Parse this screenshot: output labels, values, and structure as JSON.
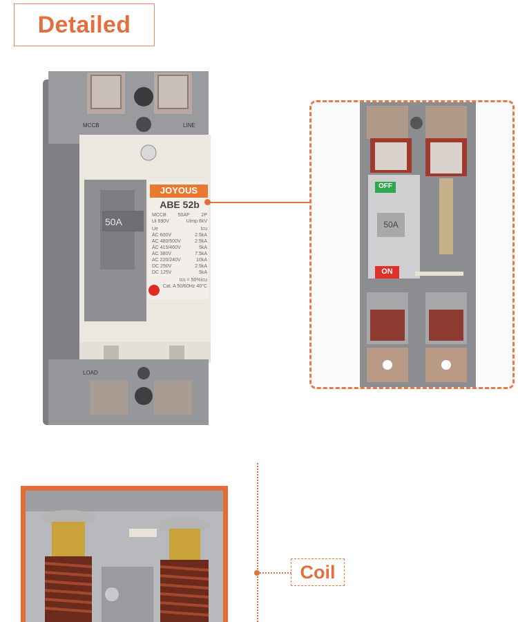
{
  "header": {
    "title": "Detailed"
  },
  "product": {
    "brand": "JOYOUS",
    "model": "ABE 52b",
    "type": "MCCB",
    "frame": "50AF",
    "poles": "2P",
    "ui": "Ui 690V",
    "uimp": "Uimp 6kV",
    "rating": "50A",
    "top_left_terminal": "MCCB",
    "top_right_terminal": "LINE",
    "bottom_terminal": "LOAD",
    "table_headers": [
      "Ue",
      "Icu"
    ],
    "table_rows": [
      [
        "AC 600V",
        "2.5kA"
      ],
      [
        "AC 480/500V",
        "2.5kA"
      ],
      [
        "AC 415/460V",
        "5kA"
      ],
      [
        "AC 380V",
        "7.5kA"
      ],
      [
        "AC 220/240V",
        "10kA"
      ],
      [
        "DC 250V",
        "2.5kA"
      ],
      [
        "DC 125V",
        "5kA"
      ]
    ],
    "ics": "Ics = 50%Icu",
    "cat": "Cat. A  50/60Hz  40°C"
  },
  "detail": {
    "off_label": "OFF",
    "on_label": "ON",
    "rating": "50A"
  },
  "coil": {
    "label": "Coil"
  },
  "colors": {
    "accent": "#e3703c",
    "body_gray": "#8f9094",
    "cream": "#ece7df"
  }
}
